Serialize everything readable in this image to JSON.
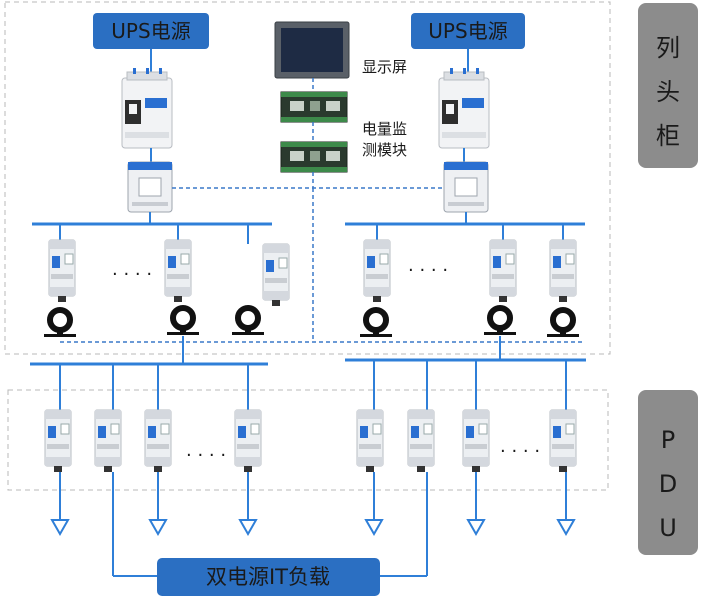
{
  "ups_left": {
    "label": "UPS电源"
  },
  "ups_right": {
    "label": "UPS电源"
  },
  "display": {
    "label": "显示屏"
  },
  "monitor": {
    "label_line1": "电量监",
    "label_line2": "测模块"
  },
  "side_cabinet": {
    "label": "列\n头\n柜"
  },
  "side_pdu": {
    "label": "P\nD\nU"
  },
  "load": {
    "label": "双电源IT负载"
  },
  "ellipsis": "· · · ·",
  "colors": {
    "box_blue": "#2b6fc2",
    "line_blue": "#2f7fd8",
    "dash_blue": "#3a78c8",
    "panel_grey": "#8c8c8c",
    "dash_grey": "#b8b8b8"
  }
}
